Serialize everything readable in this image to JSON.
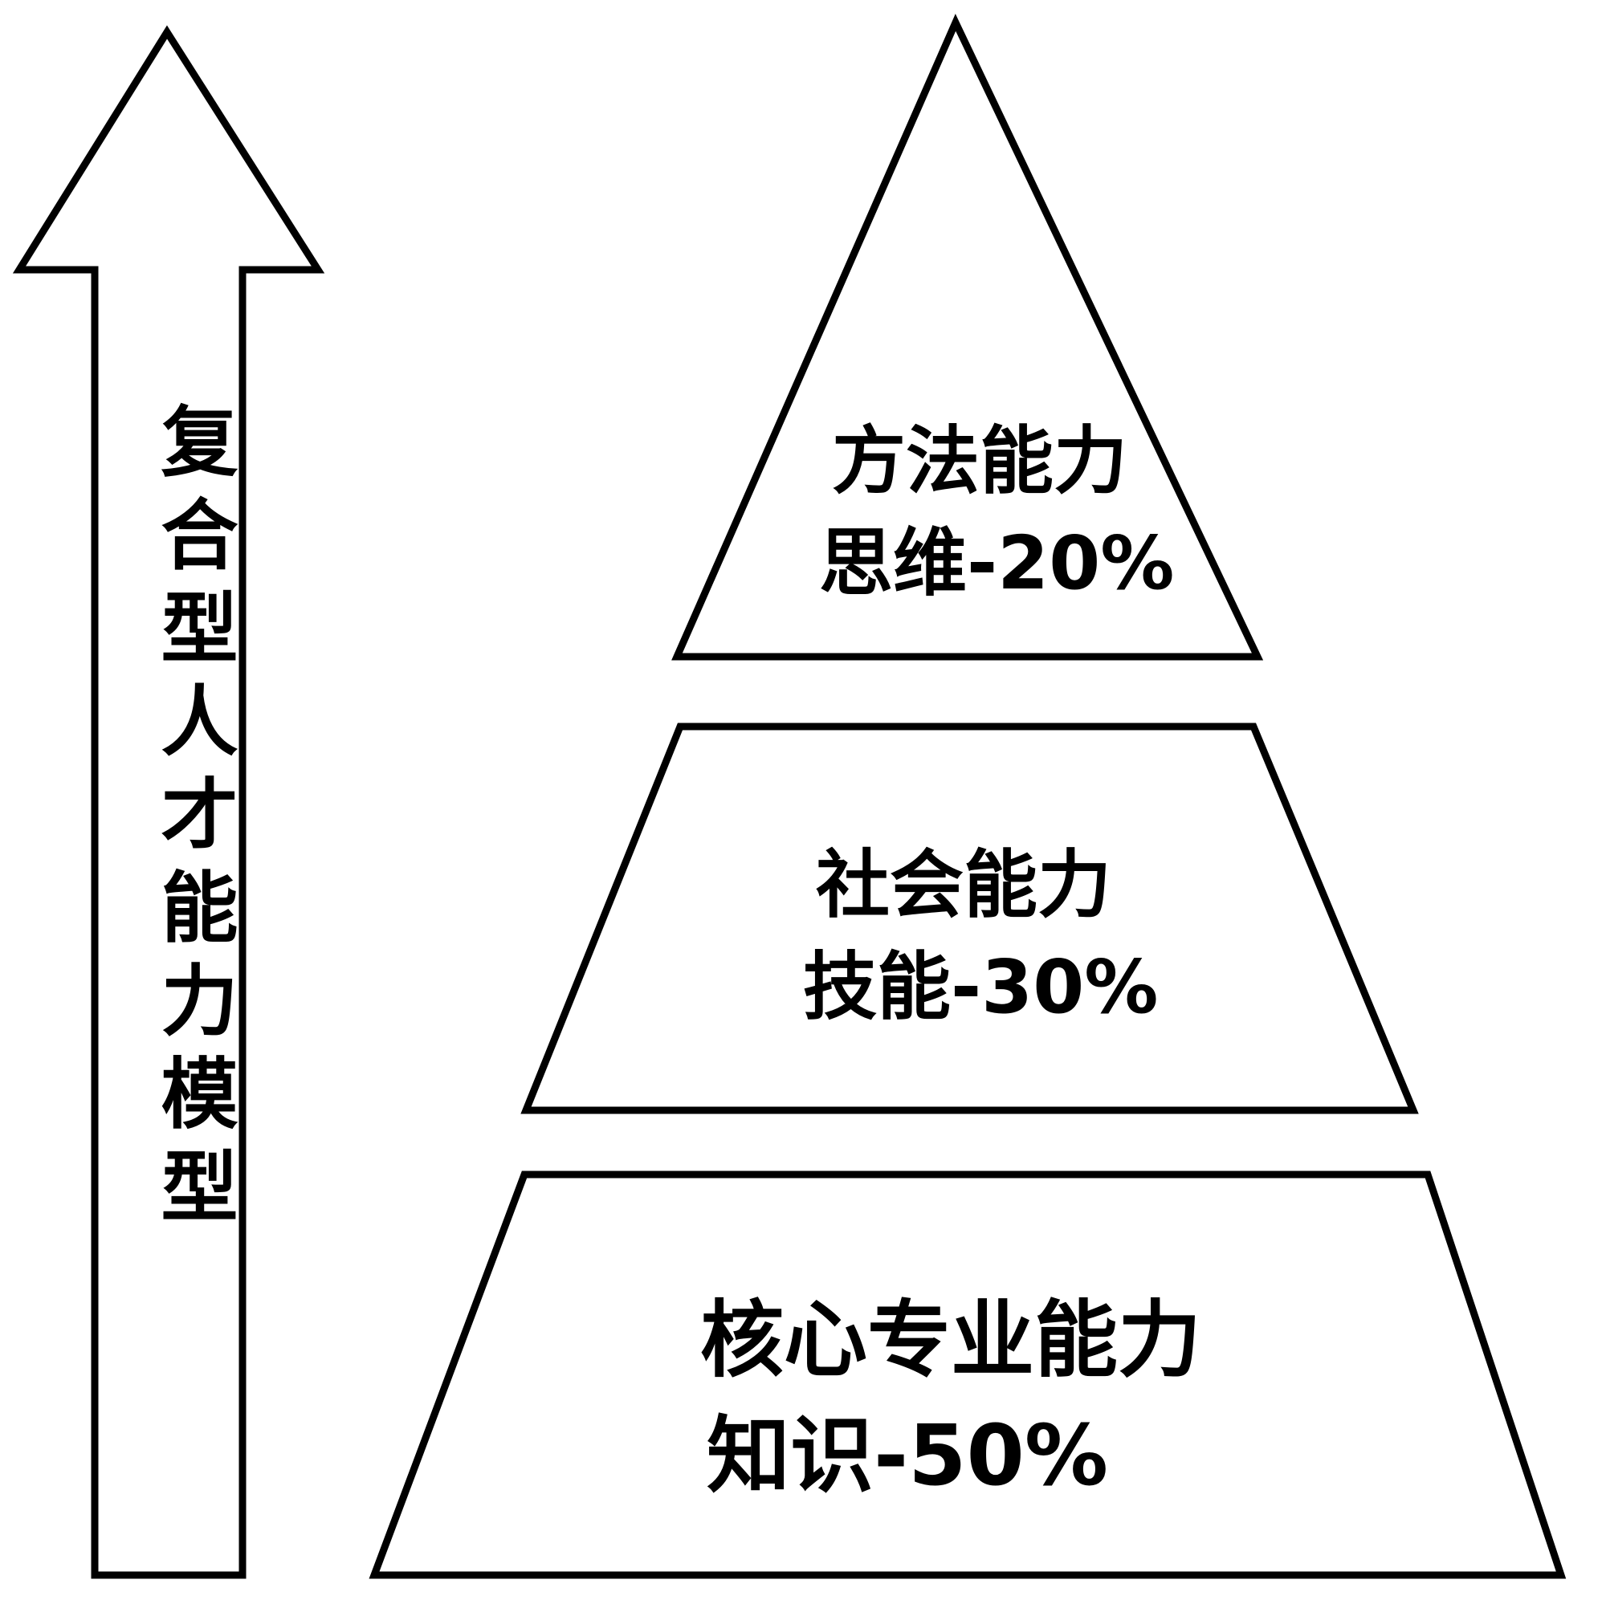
{
  "diagram": {
    "type": "pyramid",
    "title_vertical": "复合型人才能力模型",
    "arrow": {
      "icon": "up-arrow",
      "direction": "up",
      "label": "复合型人才能力模型"
    },
    "colors": {
      "stroke": "#000000",
      "fill": "#ffffff",
      "text": "#000000"
    },
    "tiers": [
      {
        "id": "top",
        "shape": "triangle",
        "level": 1,
        "title": "方法能力",
        "subtitle": "思维-20%",
        "category": "思维",
        "percent": "20%",
        "value": 20
      },
      {
        "id": "middle",
        "shape": "trapezoid",
        "level": 2,
        "title": "社会能力",
        "subtitle": "技能-30%",
        "category": "技能",
        "percent": "30%",
        "value": 30
      },
      {
        "id": "base",
        "shape": "trapezoid",
        "level": 3,
        "title": "核心专业能力",
        "subtitle": "知识-50%",
        "category": "知识",
        "percent": "50%",
        "value": 50
      }
    ]
  },
  "chart_data": {
    "type": "pie",
    "title": "复合型人才能力模型",
    "categories": [
      "思维",
      "技能",
      "知识"
    ],
    "labels": [
      "方法能力 思维-20%",
      "社会能力 技能-30%",
      "核心专业能力 知识-50%"
    ],
    "values": [
      20,
      30,
      50
    ],
    "unit": "%",
    "xlabel": "",
    "ylabel": "",
    "legend": "none",
    "grid": false
  }
}
